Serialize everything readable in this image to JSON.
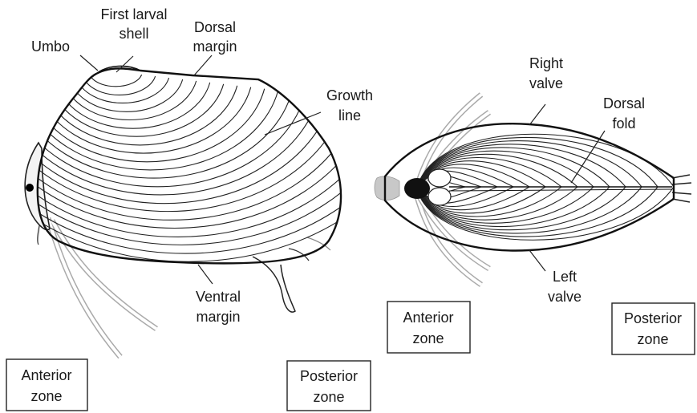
{
  "lateral_view": {
    "labels": {
      "first_larval_shell": [
        "First larval",
        "shell"
      ],
      "umbo": "Umbo",
      "dorsal_margin": [
        "Dorsal",
        "margin"
      ],
      "growth_line": [
        "Growth",
        "line"
      ],
      "ventral_margin": [
        "Ventral",
        "margin"
      ]
    },
    "zones": {
      "anterior": [
        "Anterior",
        "zone"
      ],
      "posterior": [
        "Posterior",
        "zone"
      ]
    }
  },
  "dorsal_view": {
    "labels": {
      "right_valve": [
        "Right",
        "valve"
      ],
      "dorsal_fold": [
        "Dorsal",
        "fold"
      ],
      "left_valve": [
        "Left",
        "valve"
      ]
    },
    "zones": {
      "anterior": [
        "Anterior",
        "zone"
      ],
      "posterior": [
        "Posterior",
        "zone"
      ]
    }
  }
}
